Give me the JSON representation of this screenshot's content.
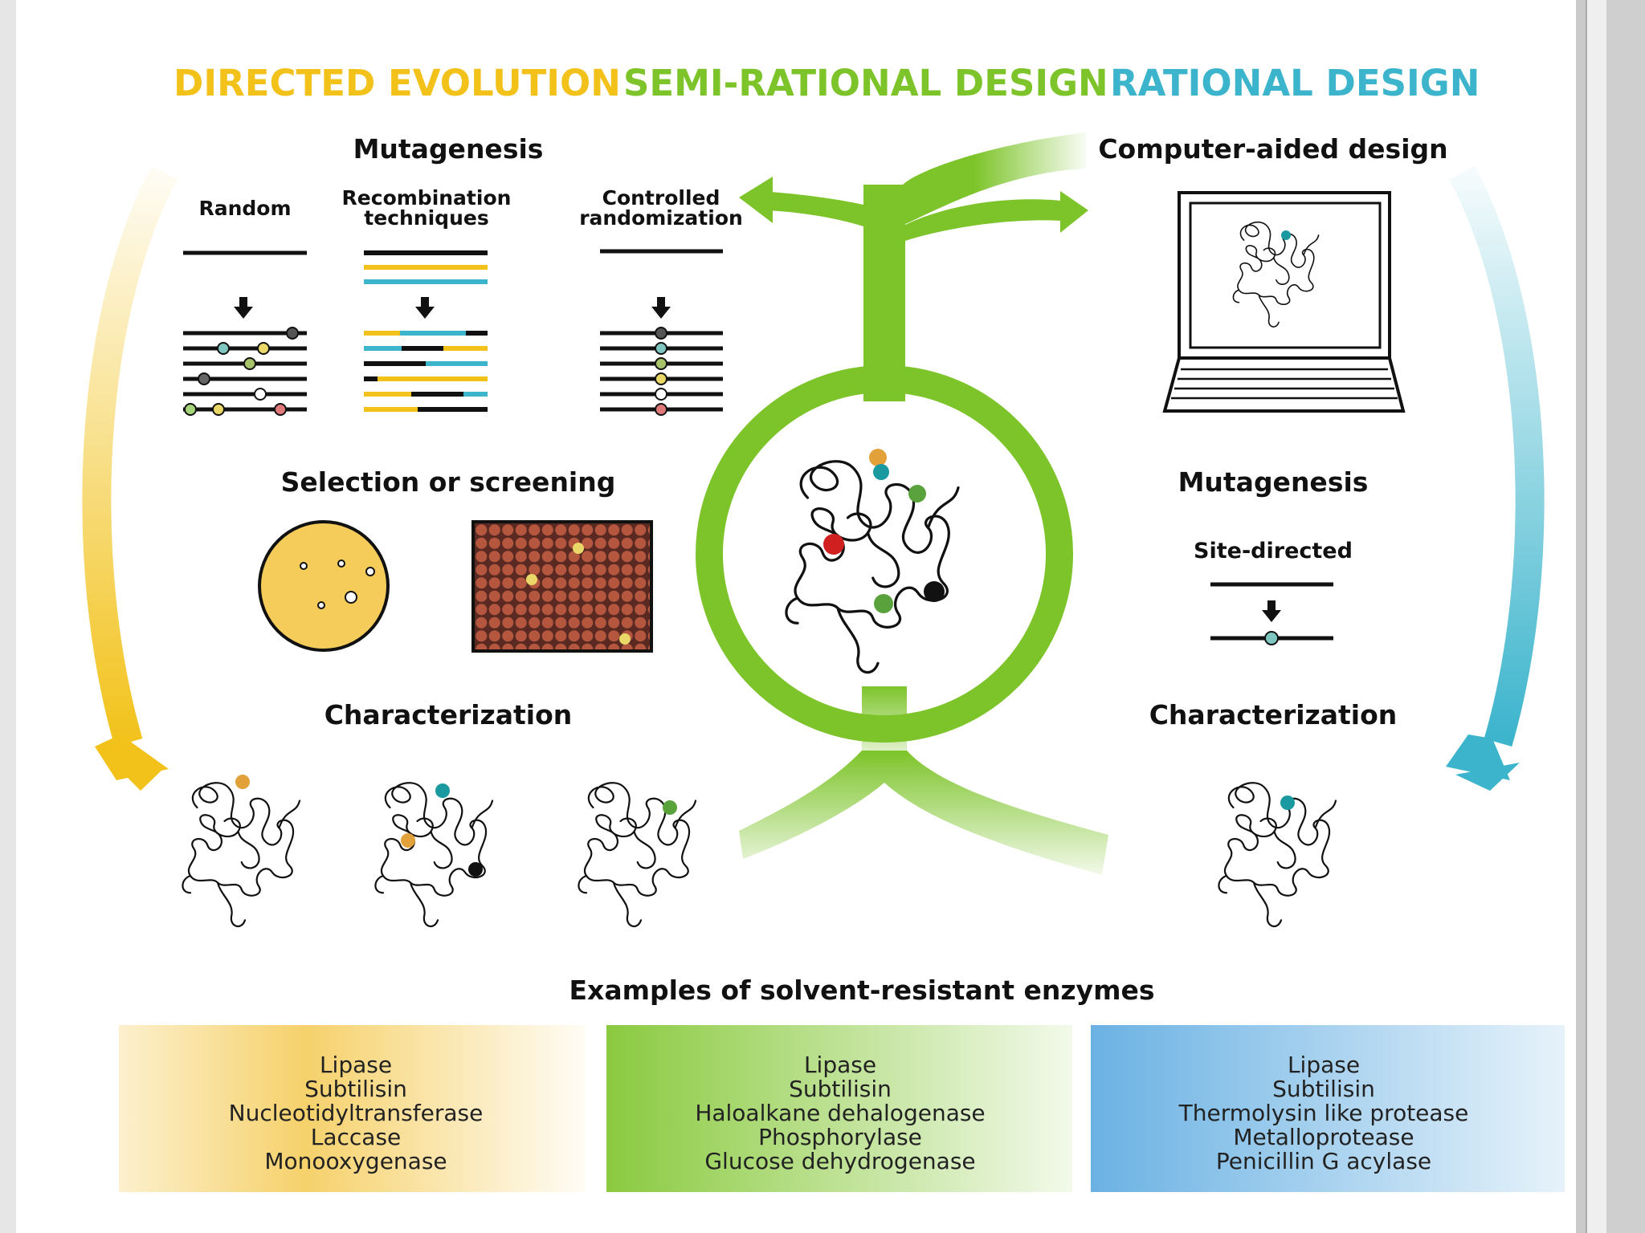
{
  "headers": {
    "directed": "DIRECTED EVOLUTION",
    "semi": "SEMI-RATIONAL DESIGN",
    "rational": "RATIONAL DESIGN"
  },
  "colors": {
    "directed": "#f2c21b",
    "semi": "#7dc42a",
    "rational": "#3bb4cc",
    "plate_well": "#b5573f"
  },
  "left": {
    "mutagenesis_title": "Mutagenesis",
    "random": "Random",
    "recombination_line1": "Recombination",
    "recombination_line2": "techniques",
    "controlled_line1": "Controlled",
    "controlled_line2": "randomization",
    "selection_title": "Selection or screening",
    "characterization_title": "Characterization"
  },
  "right": {
    "cad_title": "Computer-aided design",
    "mutagenesis_title": "Mutagenesis",
    "site_directed": "Site-directed",
    "characterization_title": "Characterization"
  },
  "examples_title": "Examples of solvent-resistant enzymes",
  "examples": {
    "directed": [
      "Lipase",
      "Subtilisin",
      "Nucleotidyltransferase",
      "Laccase",
      "Monooxygenase"
    ],
    "semi": [
      "Lipase",
      "Subtilisin",
      "Haloalkane dehalogenase",
      "Phosphorylase",
      "Glucose dehydrogenase"
    ],
    "rational": [
      "Lipase",
      "Subtilisin",
      "Thermolysin like protease",
      "Metalloprotease",
      "Penicillin G acylase"
    ]
  },
  "icons": [
    "protein-structure-icon",
    "laptop-icon",
    "petri-dish-icon",
    "well-plate-icon",
    "arrow-icon"
  ]
}
